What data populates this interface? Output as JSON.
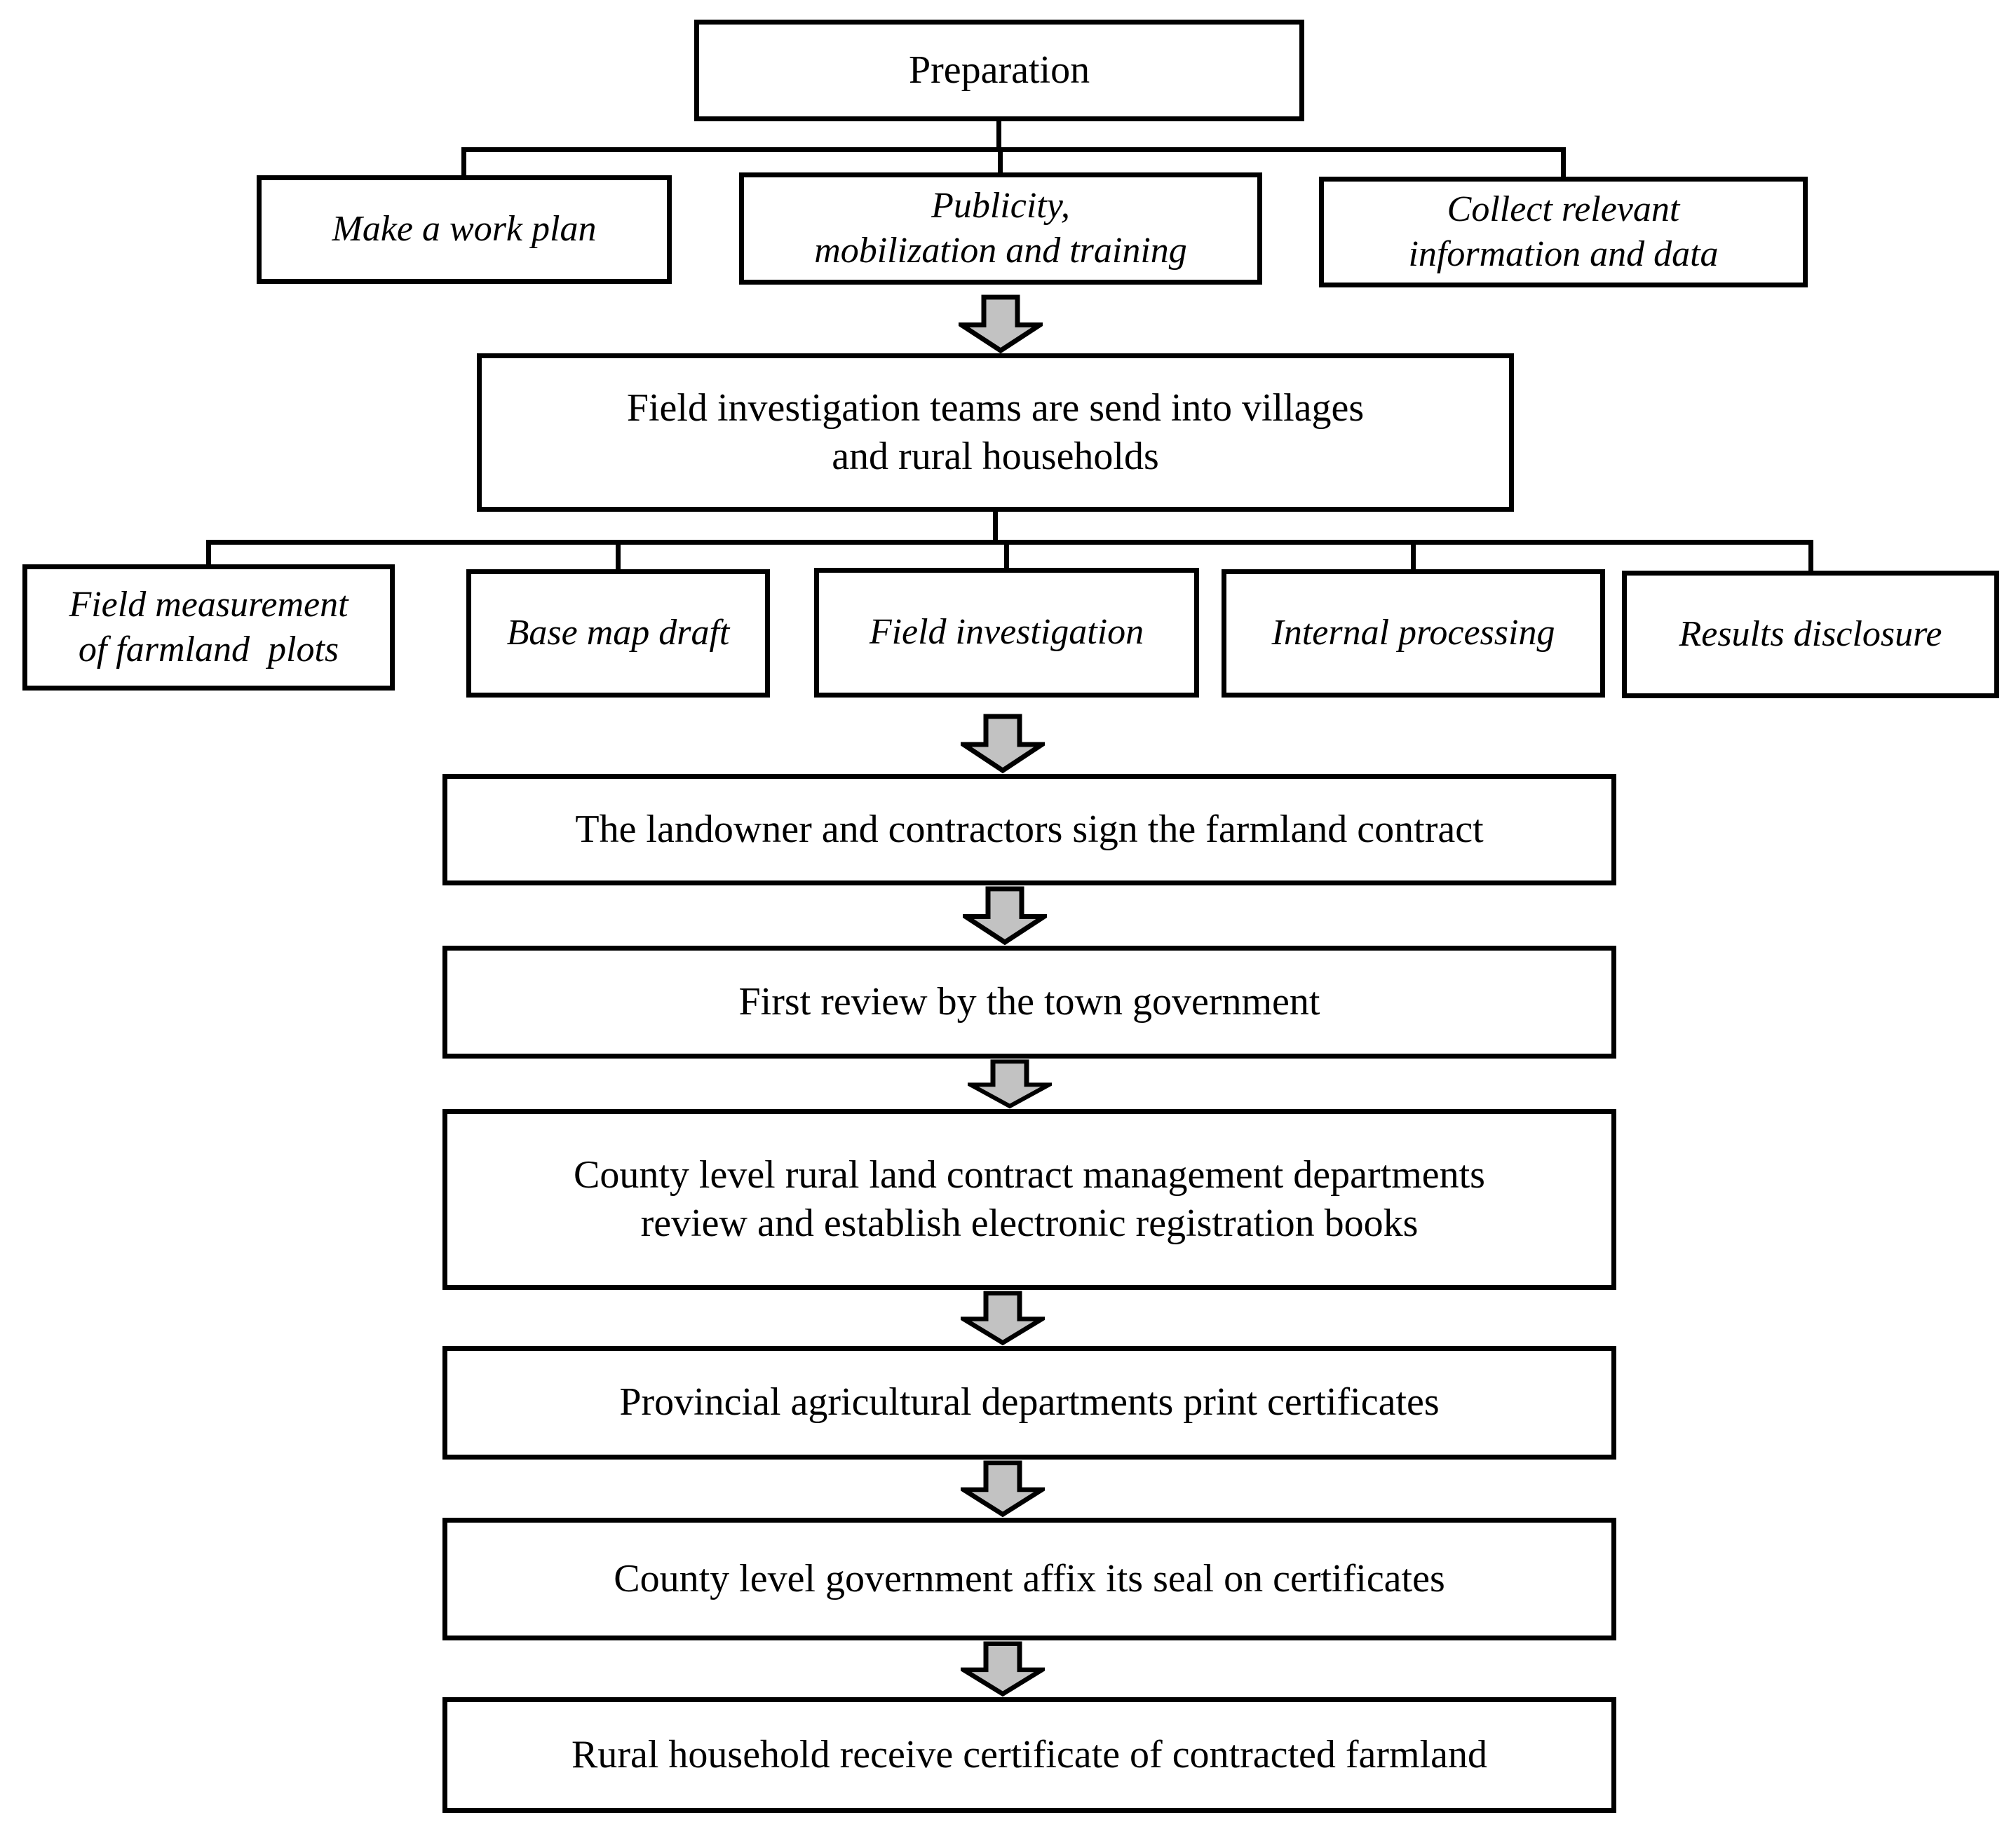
{
  "diagram": {
    "background_color": "#ffffff",
    "line_color": "#000000",
    "arrow_fill_color": "#c2c2c2",
    "arrow_stroke_color": "#000000",
    "nodes": {
      "preparation": {
        "label": "Preparation"
      },
      "make_work_plan": {
        "label": "Make a work plan"
      },
      "publicity": {
        "label": "Publicity, mobilization and training",
        "line1": "Publicity,",
        "line2": "mobilization and training"
      },
      "collect": {
        "label": "Collect relevant information and data",
        "line1": "Collect relevant",
        "line2": "information and data"
      },
      "field_teams": {
        "label": "Field investigation teams are send into villages and rural households",
        "line1": "Field investigation teams are send into villages",
        "line2": "and rural households"
      },
      "field_measurement": {
        "label": "Field measurement of farmland plots",
        "line1": "Field measurement",
        "line2": "of farmland  plots"
      },
      "base_map": {
        "label": "Base map draft"
      },
      "field_investigation": {
        "label": "Field investigation"
      },
      "internal_processing": {
        "label": "Internal processing"
      },
      "results_disclosure": {
        "label": "Results disclosure"
      },
      "landowner_contract": {
        "label": "The landowner and contractors sign the farmland contract"
      },
      "first_review": {
        "label": "First review by the town government"
      },
      "county_review": {
        "label": "County level rural land contract management departments review and establish electronic registration books",
        "line1": "County level rural land contract management departments",
        "line2": "review and establish electronic registration books"
      },
      "provincial_print": {
        "label": "Provincial agricultural departments print certificates"
      },
      "county_seal": {
        "label": "County level government affix its seal on certificates"
      },
      "rural_receive": {
        "label": "Rural household receive certificate of contracted farmland"
      }
    }
  }
}
